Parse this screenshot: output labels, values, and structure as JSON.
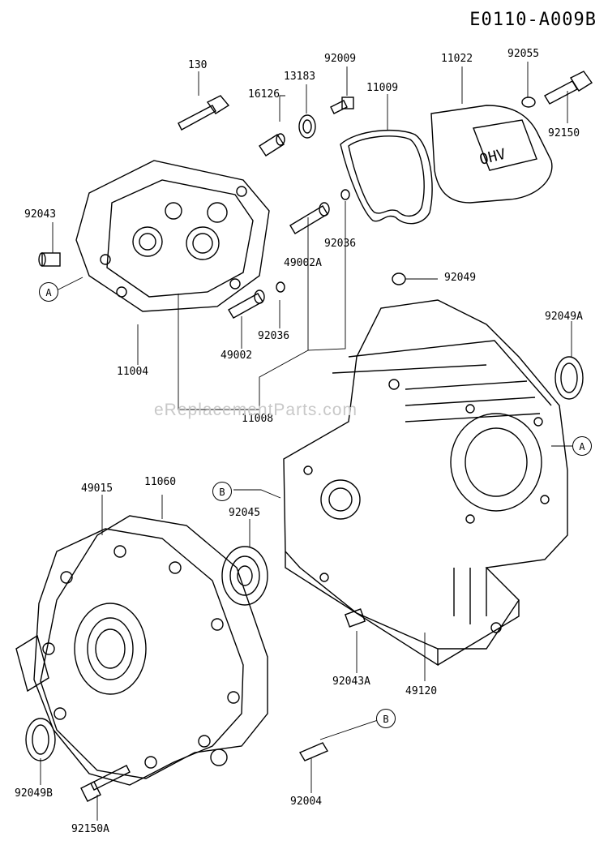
{
  "diagram": {
    "title": "E0110-A009B",
    "watermark": "eReplacementParts.com",
    "parts": {
      "p130": "130",
      "p16126": "16126",
      "p13183": "13183",
      "p92009": "92009",
      "p11009": "11009",
      "p11022": "11022",
      "p92055": "92055",
      "p92150": "92150",
      "p92043": "92043",
      "p92036a": "92036",
      "p49002a": "49002A",
      "p92049": "92049",
      "p92049a": "92049A",
      "p92036b": "92036",
      "p49002": "49002",
      "p11004": "11004",
      "p11008": "11008",
      "p49015": "49015",
      "p11060": "11060",
      "p92045": "92045",
      "p92043a": "92043A",
      "p49120": "49120",
      "p92049b": "92049B",
      "p92004": "92004",
      "p92150a": "92150A"
    },
    "callouts": {
      "a_left": "A",
      "a_right": "A",
      "b_left": "B",
      "b_bottom": "B"
    }
  }
}
